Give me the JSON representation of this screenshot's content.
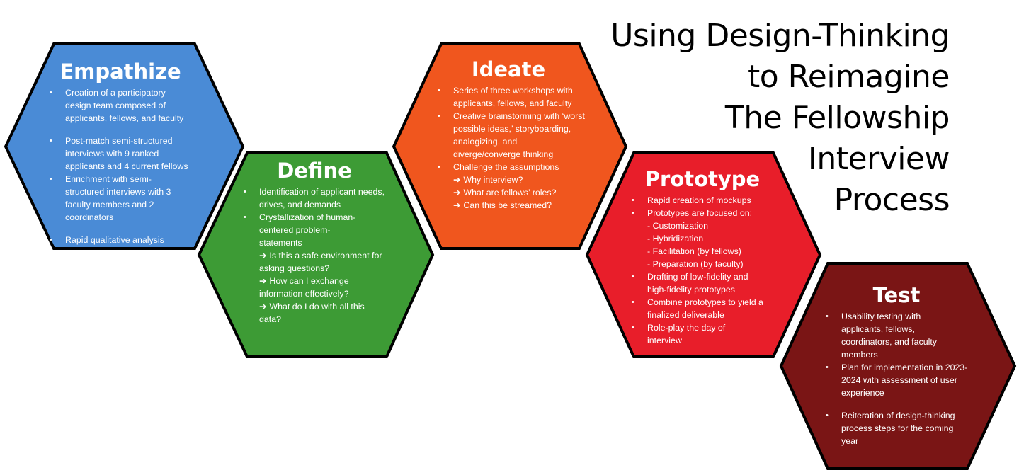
{
  "title": [
    "Using Design-Thinking",
    "to Reimagine",
    "The Fellowship",
    "Interview",
    "Process"
  ],
  "colors": {
    "empathize": "#4A8BD6",
    "define": "#3D9B35",
    "ideate": "#F0561E",
    "prototype": "#E81E2A",
    "test": "#7A1515",
    "outline": "#000000"
  },
  "stages": {
    "empathize": {
      "name": "Empathize",
      "bullets": [
        "Creation of a participatory design team composed of applicants, fellows, and faculty",
        "Post-match semi-structured interviews with 9 ranked applicants and 4 current fellows",
        "Enrichment with semi-structured interviews with 3 faculty members and 2 coordinators",
        "Rapid qualitative analysis"
      ]
    },
    "define": {
      "name": "Define",
      "bullets": [
        "Identification of applicant needs, drives, and demands",
        "Crystallization of human-centered problem-statements"
      ],
      "questions": [
        "Is this a safe environment for asking questions?",
        "How can I exchange information effectively?",
        "What do I do with all this data?"
      ]
    },
    "ideate": {
      "name": "Ideate",
      "bullets": [
        "Series of three workshops with applicants, fellows, and faculty",
        "Creative brainstorming with ‘worst possible ideas,’ storyboarding, analogizing, and diverge/converge thinking",
        "Challenge the assumptions"
      ],
      "questions": [
        "Why interview?",
        "What are fellows’ roles?",
        "Can this be streamed?"
      ]
    },
    "prototype": {
      "name": "Prototype",
      "bullets": [
        "Rapid creation of mockups",
        "Prototypes are focused on:",
        "Drafting of low-fidelity and high-fidelity prototypes",
        "Combine prototypes to yield a finalized deliverable",
        "Role-play the day of interview"
      ],
      "focus": [
        "- Customization",
        "- Hybridization",
        "- Facilitation (by fellows)",
        "- Preparation (by faculty)"
      ]
    },
    "test": {
      "name": "Test",
      "bullets": [
        "Usability testing with applicants, fellows, coordinators, and faculty members",
        "Plan for implementation in 2023-2024 with assessment of user experience",
        "Reiteration of design-thinking process steps for the coming year"
      ]
    }
  },
  "arrow_glyph": "➔"
}
